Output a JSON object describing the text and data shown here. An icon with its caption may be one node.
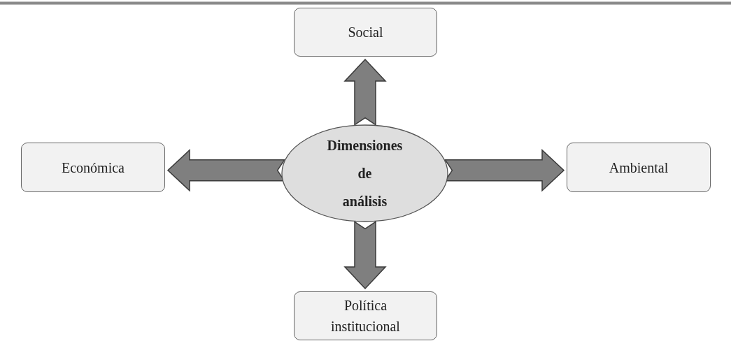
{
  "diagram": {
    "nodes": [
      {
        "text": [
          "Social"
        ]
      },
      {
        "text": [
          "Económica"
        ]
      },
      {
        "text": [
          "Dimensiones de análisis"
        ]
      },
      {
        "text": [
          "Ambiental"
        ]
      },
      {
        "text": [
          "Política institucional"
        ]
      }
    ],
    "edges": [
      {
        "from": 2,
        "to": 0,
        "arrow": "to"
      },
      {
        "from": 2,
        "to": 1,
        "arrow": "to"
      },
      {
        "from": 2,
        "to": 3,
        "arrow": "to"
      },
      {
        "from": 2,
        "to": 4,
        "arrow": "to"
      }
    ]
  }
}
